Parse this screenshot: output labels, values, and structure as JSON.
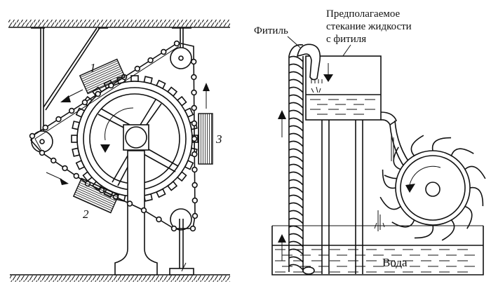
{
  "figure": {
    "left_panel": {
      "name": "chain-weight-wheel-machine",
      "labels": {
        "weight_1": "1",
        "weight_2": "2",
        "weight_3": "3"
      }
    },
    "right_panel": {
      "name": "wick-water-wheel-machine",
      "labels": {
        "wick": "Фитиль",
        "flow_line1": "Предполагаемое",
        "flow_line2": "стекание жидкости",
        "flow_line3": "с фитиля",
        "water": "Вода"
      }
    },
    "colors": {
      "ink": "#111111",
      "background": "#ffffff"
    }
  }
}
